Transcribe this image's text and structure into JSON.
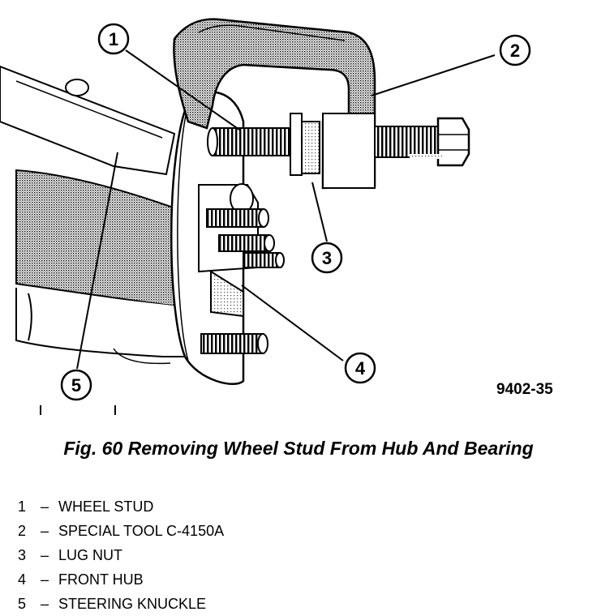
{
  "figure": {
    "code": "9402-35",
    "caption": "Fig. 60 Removing Wheel Stud From Hub And Bearing",
    "callouts": [
      "1",
      "2",
      "3",
      "4",
      "5"
    ]
  },
  "legend": [
    {
      "num": "1",
      "dash": "–",
      "label": "WHEEL STUD"
    },
    {
      "num": "2",
      "dash": "–",
      "label": "SPECIAL TOOL C-4150A"
    },
    {
      "num": "3",
      "dash": "–",
      "label": "LUG NUT"
    },
    {
      "num": "4",
      "dash": "–",
      "label": "FRONT HUB"
    },
    {
      "num": "5",
      "dash": "–",
      "label": "STEERING KNUCKLE"
    }
  ]
}
